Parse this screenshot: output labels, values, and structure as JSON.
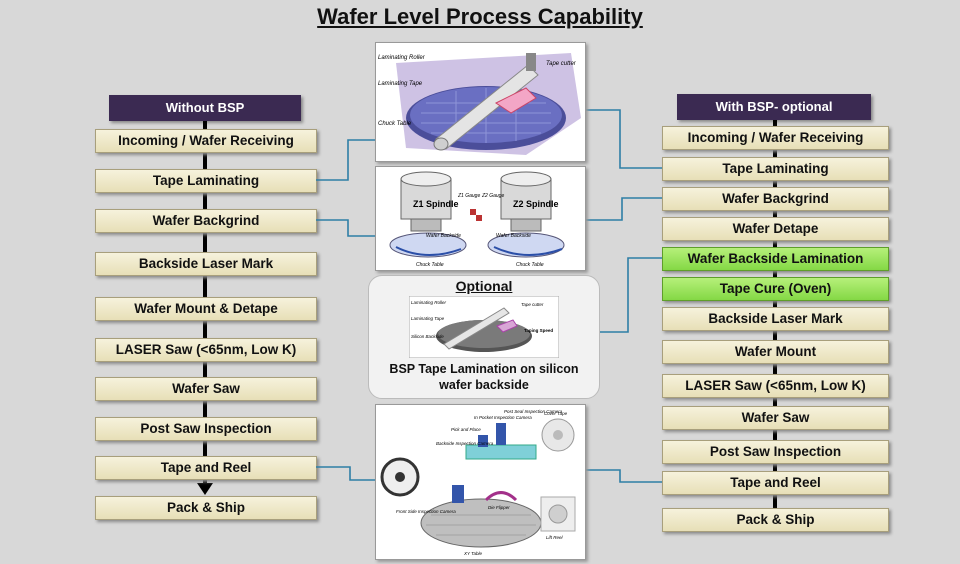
{
  "title": "Wafer Level Process Capability",
  "left": {
    "header": "Without BSP",
    "steps": [
      "Incoming / Wafer Receiving",
      "Tape Laminating",
      "Wafer Backgrind",
      "Backside Laser Mark",
      "Wafer Mount & Detape",
      "LASER Saw  (<65nm, Low K)",
      "Wafer Saw",
      "Post Saw Inspection",
      "Tape and Reel",
      "Pack & Ship"
    ]
  },
  "right": {
    "header": "With BSP- optional",
    "steps": [
      "Incoming / Wafer Receiving",
      "Tape Laminating",
      "Wafer Backgrind",
      "Wafer Detape",
      "Wafer Backside Lamination",
      "Tape Cure (Oven)",
      "Backside Laser Mark",
      "Wafer Mount",
      "LASER Saw (<65nm, Low K)",
      "Wafer Saw",
      "Post Saw Inspection",
      "Tape and Reel",
      "Pack & Ship"
    ],
    "highlighted": [
      "Wafer Backside Lamination",
      "Tape Cure (Oven)"
    ]
  },
  "lamination_image": {
    "labels": [
      "Laminating Roller",
      "Laminating Tape",
      "Chuck Table",
      "Tape cutter"
    ]
  },
  "backgrind_image": {
    "labels": [
      "Z1 Spindle",
      "Z2 Spindle",
      "Z1 Gauge",
      "Z2 Gauge",
      "Wafer Backside",
      "Wafer Backside",
      "Chuck Table",
      "Chuck Table"
    ]
  },
  "optional": {
    "title": "Optional",
    "caption_line1": "BSP Tape Lamination  on silicon",
    "caption_line2": "wafer backside",
    "labels": [
      "Laminating Roller",
      "Laminating Tape",
      "Silicon Backside",
      "Tape cutter",
      "Taping Speed"
    ]
  },
  "tnr_image": {
    "labels": [
      "Backside Inspection Camera",
      "Pick and Place",
      "In Pocket Inspection Camera",
      "Post Seal Inspection Camera",
      "Cover Tape",
      "Front Side Inspection Camera",
      "Die Flipper",
      "XY Table",
      "Lift Reel"
    ]
  },
  "colors": {
    "header_bg": "#3b2a52",
    "step_bg": "#efe9c9",
    "highlight_bg": "#9be35d",
    "connector": "#2e7fa6"
  }
}
